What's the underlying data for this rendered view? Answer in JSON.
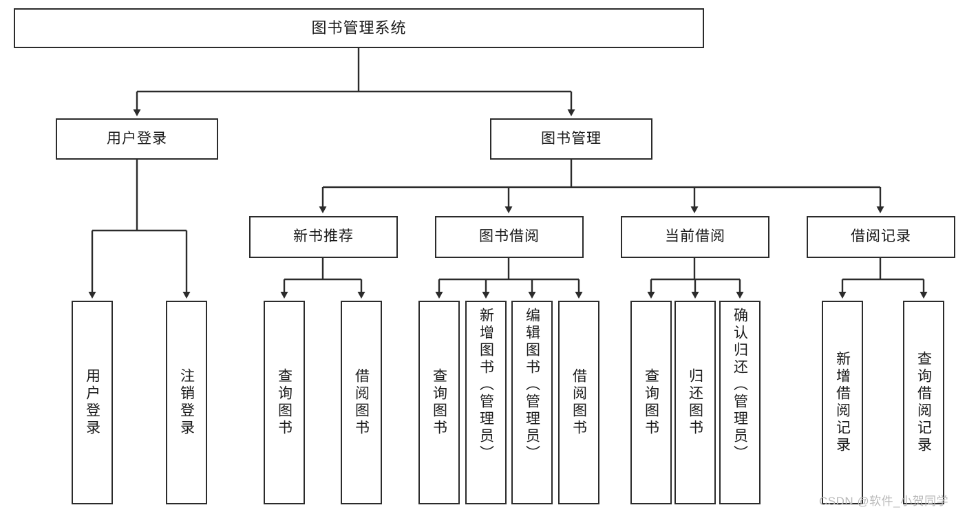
{
  "diagram": {
    "type": "hierarchy-tree",
    "title": "图书管理系统",
    "root": {
      "label": "图书管理系统"
    },
    "tier2": [
      {
        "label": "用户登录"
      },
      {
        "label": "图书管理"
      }
    ],
    "tier3": [
      {
        "label": "新书推荐"
      },
      {
        "label": "图书借阅"
      },
      {
        "label": "当前借阅"
      },
      {
        "label": "借阅记录"
      }
    ],
    "leaves": {
      "user_login": [
        {
          "label": "用户登录"
        },
        {
          "label": "注销登录"
        }
      ],
      "new_book_recommend": [
        {
          "label": "查询图书"
        },
        {
          "label": "借阅图书"
        }
      ],
      "book_borrow": [
        {
          "label": "查询图书"
        },
        {
          "label": "新增图书（管理员）"
        },
        {
          "label": "编辑图书（管理员）"
        },
        {
          "label": "借阅图书"
        }
      ],
      "current_borrow": [
        {
          "label": "查询图书"
        },
        {
          "label": "归还图书"
        },
        {
          "label": "确认归还（管理员）"
        }
      ],
      "borrow_record": [
        {
          "label": "新增借阅记录"
        },
        {
          "label": "查询借阅记录"
        }
      ]
    }
  },
  "watermark": {
    "text": "CSDN @软件_小贺同学"
  },
  "colors": {
    "stroke": "#2b2b2b",
    "background": "#ffffff",
    "text": "#1a1a1a",
    "watermark": "#b9b9b9"
  }
}
